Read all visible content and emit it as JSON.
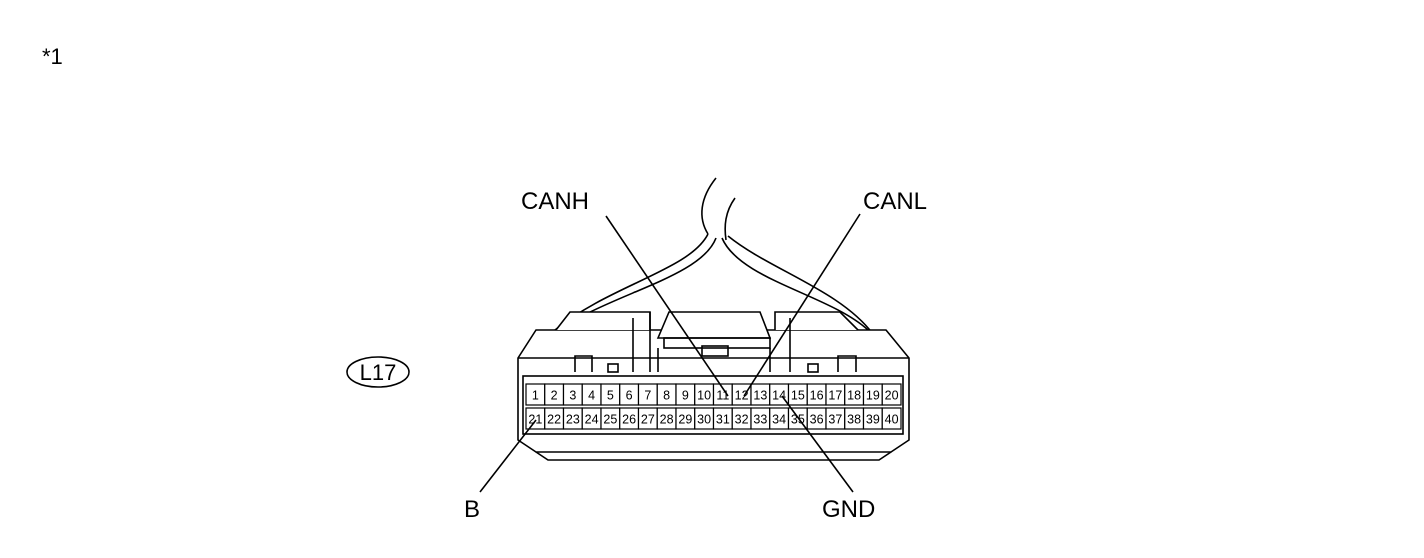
{
  "figure_ref": "*1",
  "connector_id": "L17",
  "pins_row1": [
    "1",
    "2",
    "3",
    "4",
    "5",
    "6",
    "7",
    "8",
    "9",
    "10",
    "11",
    "12",
    "13",
    "14",
    "15",
    "16",
    "17",
    "18",
    "19",
    "20"
  ],
  "pins_row2": [
    "21",
    "22",
    "23",
    "24",
    "25",
    "26",
    "27",
    "28",
    "29",
    "30",
    "31",
    "32",
    "33",
    "34",
    "35",
    "36",
    "37",
    "38",
    "39",
    "40"
  ],
  "callouts": {
    "canh": "CANH",
    "canl": "CANL",
    "b": "B",
    "gnd": "GND"
  }
}
